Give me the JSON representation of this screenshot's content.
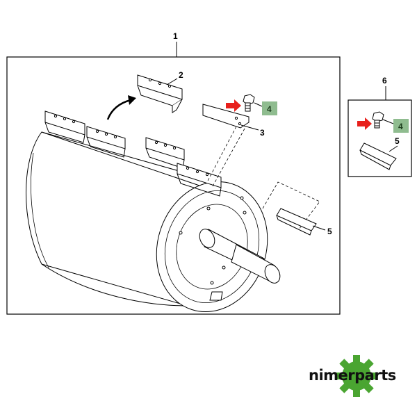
{
  "callouts": {
    "c1": "1",
    "c2": "2",
    "c3": "3",
    "c4a": "4",
    "c5a": "5",
    "c6": "6",
    "c4b": "4",
    "c5b": "5"
  },
  "brand": {
    "name_part1": "nimer",
    "name_part2": "parts"
  },
  "colors": {
    "highlight_box": "#8fbc8f",
    "pointer_arrow": "#e8201c",
    "gear_green": "#4aa531",
    "line": "#000000"
  }
}
